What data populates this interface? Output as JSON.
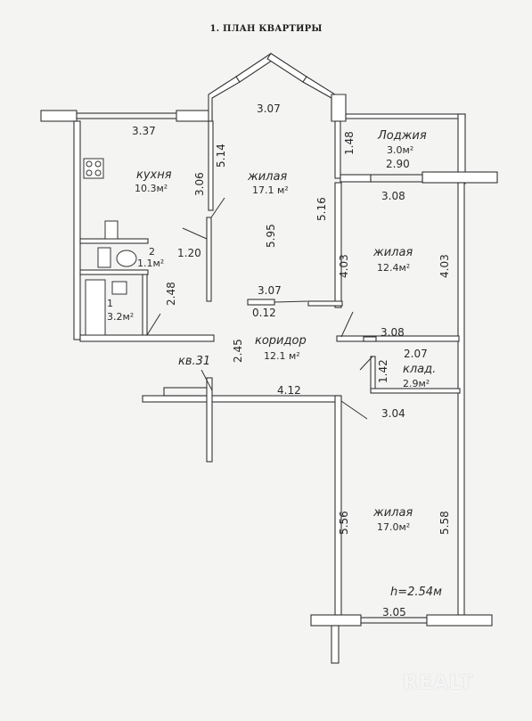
{
  "title": "1. ПЛАН КВАРТИРЫ",
  "apartment": "кв.31",
  "ceiling_height": "h=2.54м",
  "rooms": {
    "loggia": {
      "name": "Лоджия",
      "area": "3.0м²"
    },
    "kitchen": {
      "name": "кухня",
      "area": "10.3м²"
    },
    "living1": {
      "name": "жилая",
      "area": "17.1 м²"
    },
    "living2": {
      "name": "жилая",
      "area": "12.4м²"
    },
    "wc": {
      "number": "2",
      "area": "1.1м²"
    },
    "bath": {
      "number": "1",
      "area": "3.2м²"
    },
    "corridor": {
      "name": "коридор",
      "area": "12.1 м²"
    },
    "storage": {
      "name": "клад.",
      "area": "2.9м²"
    },
    "living3": {
      "name": "жилая",
      "area": "17.0м²"
    }
  },
  "dimensions": {
    "d_3_37": "3.37",
    "d_3_07_top": "3.07",
    "d_1_48": "1.48",
    "d_2_90": "2.90",
    "d_5_14": "5.14",
    "d_3_06": "3.06",
    "d_3_08_a": "3.08",
    "d_5_16": "5.16",
    "d_5_95": "5.95",
    "d_1_20": "1.20",
    "d_4_03_a": "4.03",
    "d_4_03_b": "4.03",
    "d_2_48": "2.48",
    "d_3_07_mid": "3.07",
    "d_0_12": "0.12",
    "d_3_08_b": "3.08",
    "d_2_45": "2.45",
    "d_2_07": "2.07",
    "d_1_42": "1.42",
    "d_4_12": "4.12",
    "d_3_04": "3.04",
    "d_5_56": "5.56",
    "d_5_58": "5.58",
    "d_3_05": "3.05"
  },
  "watermark": "REALT",
  "colors": {
    "wall_fill": "#ffffff",
    "wall_stroke": "#333333",
    "paper": "#f4f5f3",
    "watermark": "#ffffff"
  }
}
